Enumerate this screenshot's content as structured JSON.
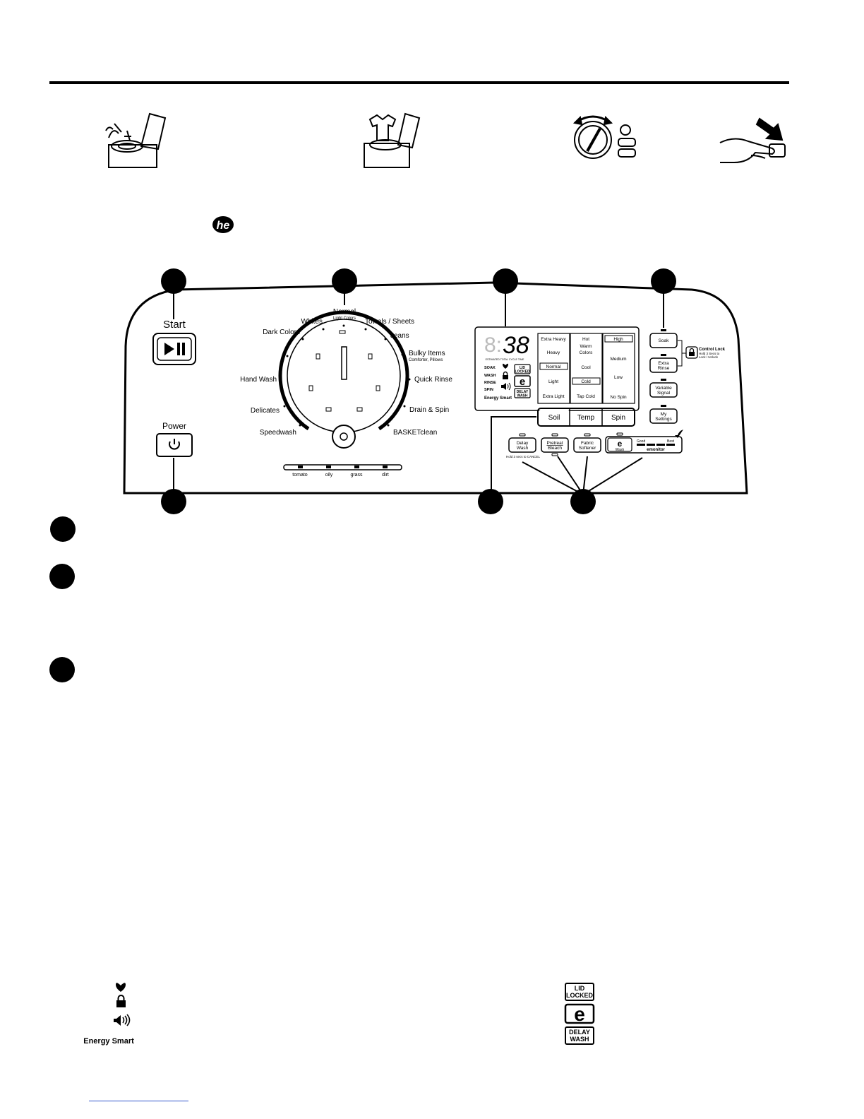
{
  "steps": {
    "icons": [
      "add-detergent-icon",
      "load-clothes-icon",
      "select-cycle-icon",
      "press-start-icon"
    ]
  },
  "he_logo": "he",
  "panel": {
    "start_label": "Start",
    "power_label": "Power",
    "cycles": {
      "normal": "Normal",
      "normal_sub": "Light Colors",
      "whites": "Whites",
      "towels": "Towels / Sheets",
      "dark_colors": "Dark Colors",
      "jeans": "Jeans",
      "bulky": "Bulky Items",
      "bulky_sub": "Comforter, Pillows",
      "hand_wash": "Hand Wash",
      "quick_rinse": "Quick Rinse",
      "delicates": "Delicates",
      "drain_spin": "Drain & Spin",
      "speedwash": "Speedwash",
      "basket_clean": "BASKETclean"
    },
    "stain_labels": [
      "tomato",
      "oily",
      "grass",
      "dirt"
    ],
    "display": {
      "time_dim": "8:",
      "time": "38",
      "est_label": "ESTIMATED TOTAL CYCLE TIME",
      "status": [
        "SOAK",
        "WASH",
        "RINSE",
        "SPIN"
      ],
      "energy_smart": "Energy Smart",
      "lid_locked_1": "LID",
      "lid_locked_2": "LOCKED",
      "e_glyph": "e",
      "delay_wash_1": "DELAY",
      "delay_wash_2": "WASH",
      "soil_col": [
        "Extra Heavy",
        "Heavy",
        "Normal",
        "Light",
        "Extra Light"
      ],
      "temp_col": [
        "Hot",
        "Warm",
        "Colors",
        "Cool",
        "Cold",
        "Tap Cold"
      ],
      "spin_col": [
        "High",
        "Medium",
        "Low",
        "No Spin"
      ]
    },
    "selector_buttons": [
      "Soil",
      "Temp",
      "Spin"
    ],
    "option_buttons": {
      "soak": "Soak",
      "extra_rinse_1": "Extra",
      "extra_rinse_2": "Rinse",
      "variable_signal_1": "Variable",
      "variable_signal_2": "Signal",
      "my_settings_1": "My",
      "my_settings_2": "Settings",
      "control_lock": "Control Lock",
      "control_lock_sub_1": "Hold 3 Secs to",
      "control_lock_sub_2": "Lock / Unlock"
    },
    "bottom_buttons": {
      "delay_wash_1": "Delay",
      "delay_wash_2": "Wash",
      "delay_hint": "Hold 3 secs to CANCEL",
      "pretreat_1": "Pretreat",
      "pretreat_2": "Bleach",
      "fabric_1": "Fabric",
      "fabric_2": "Softener",
      "ewash_glyph": "e",
      "ewash_label": "Wash",
      "emonitor_good": "Good",
      "emonitor_best": "Best",
      "emonitor_label": "emonitor"
    }
  },
  "legend": {
    "energy_smart": "Energy Smart",
    "lid_locked_1": "LID",
    "lid_locked_2": "LOCKED",
    "e_glyph": "e",
    "delay_wash_1": "DELAY",
    "delay_wash_2": "WASH"
  }
}
